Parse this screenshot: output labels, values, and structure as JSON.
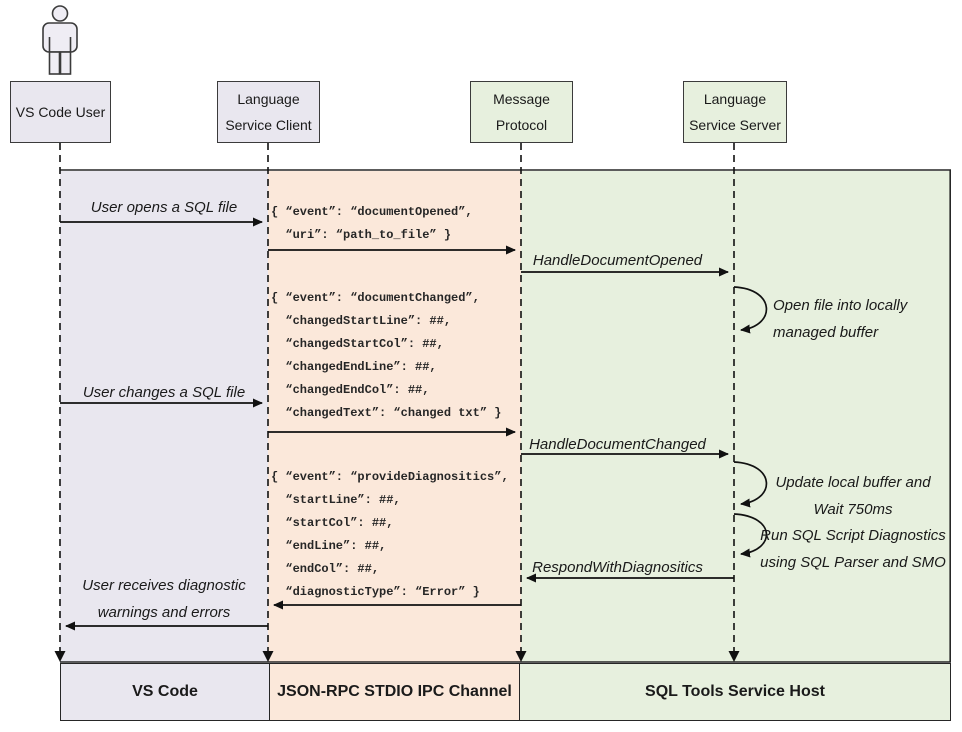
{
  "diagram_title": "VS Code SQL Tools language service sequence diagram",
  "colors": {
    "lane_vscode": "#e9e7ef",
    "lane_ipc": "#fbe8da",
    "lane_host": "#e7f0de",
    "line": "#1a1a1a"
  },
  "actors": [
    {
      "lines": [
        "VS Code User"
      ]
    },
    {
      "lines": [
        "Language",
        "Service Client"
      ]
    },
    {
      "lines": [
        "Message",
        "Protocol"
      ]
    },
    {
      "lines": [
        "Language",
        "Service Server"
      ]
    }
  ],
  "labels": {
    "user_opens": "User opens a SQL file",
    "user_changes": "User changes a SQL file",
    "user_receives": [
      "User receives diagnostic",
      "warnings and errors"
    ],
    "handle_document_opened": "HandleDocumentOpened",
    "handle_document_changed": "HandleDocumentChanged",
    "respond_with_diagnostics": "RespondWithDiagnositics"
  },
  "notes": {
    "open_file": [
      "Open file into locally",
      "managed buffer"
    ],
    "update_buffer": [
      "Update local buffer and",
      "Wait 750ms"
    ],
    "run_diagnostics": [
      "Run SQL Script Diagnostics",
      "using SQL Parser and SMO"
    ]
  },
  "payloads": {
    "document_opened": [
      "{ “event”: “documentOpened”,",
      "  “uri”: “path_to_file” }"
    ],
    "document_changed": [
      "{ “event”: “documentChanged”,",
      "  “changedStartLine”: ##,",
      "  “changedStartCol”: ##,",
      "  “changedEndLine”: ##,",
      "  “changedEndCol”: ##,",
      "  “changedText”: “changed txt” }"
    ],
    "provide_diagnostics": [
      "{ “event”: “provideDiagnositics”,",
      "  “startLine”: ##,",
      "  “startCol”: ##,",
      "  “endLine”: ##,",
      "  “endCol”: ##,",
      "  “diagnosticType”: “Error” }"
    ]
  },
  "footer": [
    "VS Code",
    "JSON-RPC STDIO IPC Channel",
    "SQL Tools Service Host"
  ]
}
